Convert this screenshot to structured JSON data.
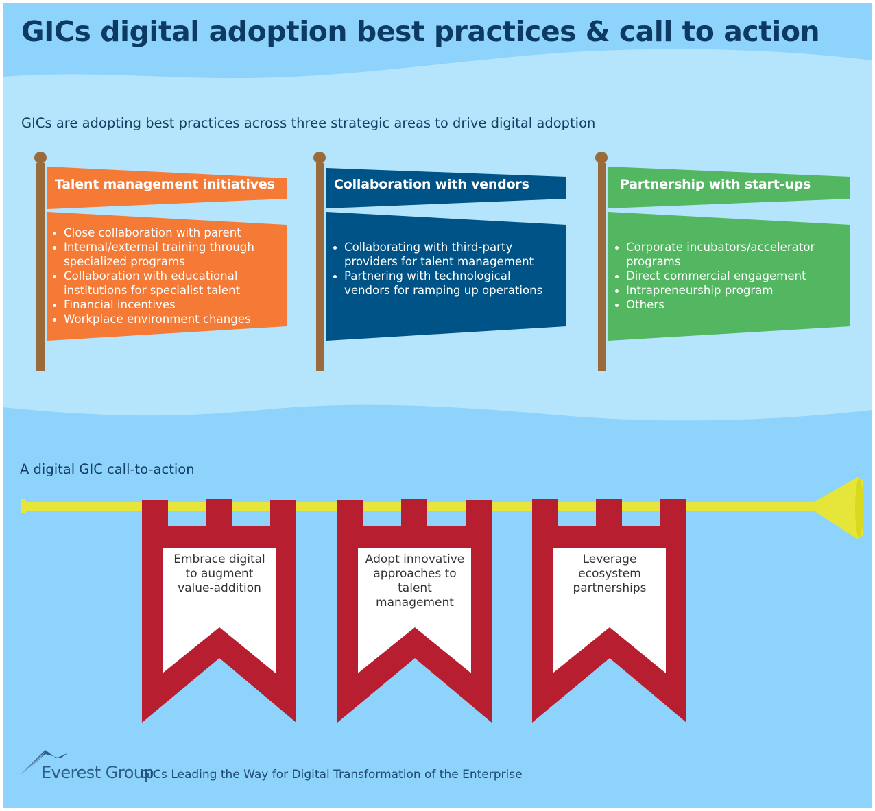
{
  "title": "GICs digital adoption best practices & call to action",
  "subtitle": "GICs are adopting best practices across three strategic areas to drive digital adoption",
  "colors": {
    "bg_light": "#b5e5fc",
    "bg_mid": "#8dd3fb",
    "orange": "#f47a36",
    "navy": "#005386",
    "green": "#52b760",
    "pole": "#9b6a3a",
    "banner_red": "#b71f30",
    "horn_yellow": "#e6e63a",
    "title_navy": "#0d3a63"
  },
  "flags": [
    {
      "header": "Talent management initiatives",
      "color": "orange",
      "items": [
        "Close collaboration with parent",
        "Internal/external training through specialized programs",
        "Collaboration with educational institutions for specialist talent",
        "Financial incentives",
        "Workplace environment changes"
      ]
    },
    {
      "header": "Collaboration with vendors",
      "color": "navy",
      "items": [
        "Collaborating with third-party providers for talent management",
        "Partnering with technological vendors for ramping up operations"
      ]
    },
    {
      "header": "Partnership with start-ups",
      "color": "green",
      "items": [
        "Corporate incubators/accelerator programs",
        "Direct commercial engagement",
        "Intrapreneurship program",
        "Others"
      ]
    }
  ],
  "call_to_action": {
    "title": "A digital GIC call-to-action",
    "banners": [
      "Embrace digital to augment value-addition",
      "Adopt innovative approaches to talent management",
      "Leverage ecosystem partnerships"
    ]
  },
  "footer": {
    "logo_icon": "mountain-icon",
    "brand": "Everest Group",
    "tagline": "GICs Leading the Way for Digital Transformation of the Enterprise"
  }
}
